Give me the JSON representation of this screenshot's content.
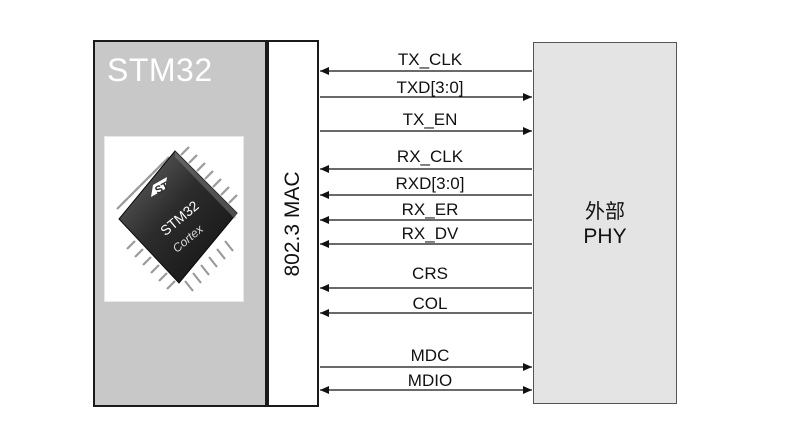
{
  "stm32": {
    "title": "STM32",
    "chip": {
      "logo_icon": "st-logo-icon",
      "marking": "STM32",
      "brand": "Cortex"
    }
  },
  "mac": {
    "label": "802.3 MAC"
  },
  "phy": {
    "line1": "外部",
    "line2": "PHY"
  },
  "signals": [
    {
      "label": "TX_CLK",
      "direction": "to-mac"
    },
    {
      "label": "TXD[3:0]",
      "direction": "to-phy"
    },
    {
      "label": "TX_EN",
      "direction": "to-phy"
    },
    {
      "label": "RX_CLK",
      "direction": "to-mac"
    },
    {
      "label": "RXD[3:0]",
      "direction": "to-mac"
    },
    {
      "label": "RX_ER",
      "direction": "to-mac"
    },
    {
      "label": "RX_DV",
      "direction": "to-mac"
    },
    {
      "label": "CRS",
      "direction": "to-mac"
    },
    {
      "label": "COL",
      "direction": "to-mac"
    },
    {
      "label": "MDC",
      "direction": "to-phy"
    },
    {
      "label": "MDIO",
      "direction": "bidirectional"
    }
  ]
}
